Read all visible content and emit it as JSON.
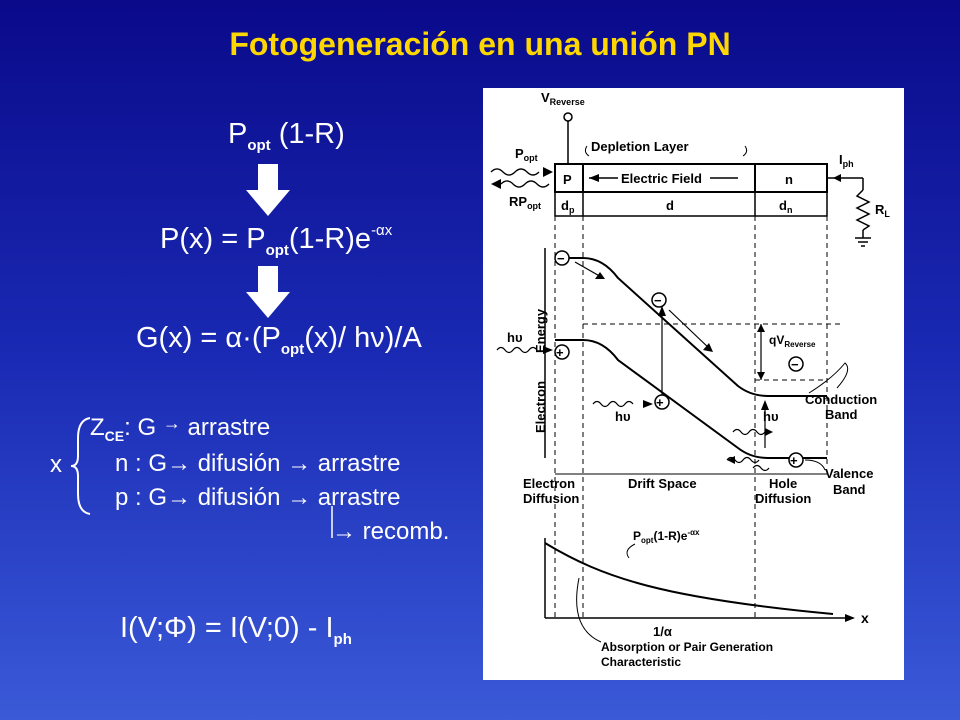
{
  "slide": {
    "title": "Fotogeneración en una unión PN",
    "colors": {
      "title": "#ffd700",
      "background": "#1a2ab4",
      "text": "#ffffff"
    }
  },
  "equations": {
    "p_opt": {
      "base": "P",
      "sub": "opt",
      "tail": " (1-R)"
    },
    "p_x": {
      "lhs": "P(x) = P",
      "sub": "opt",
      "mid": "(1-R)e",
      "sup": "-αx"
    },
    "g_x": {
      "lhs": "G(x) = α·(P",
      "sub": "opt",
      "tail": "(x)/ hν)/A"
    },
    "current": {
      "lhs": "I(V;Φ) = I(V;0) - I",
      "sub": "ph"
    }
  },
  "regions": {
    "x_label": "x",
    "z_ce": {
      "base": "Z",
      "sub": "CE",
      "text": ": G",
      "arrow": "→",
      "target": "arrastre"
    },
    "n_row": {
      "label": "n : G",
      "arrow1": "→",
      "step1": "difusión",
      "arrow2": "→",
      "step2": "arrastre"
    },
    "p_row": {
      "label": "p : G",
      "arrow1": "→",
      "step1": "difusión",
      "arrow2": "→",
      "step2": "arrastre"
    },
    "recomb": {
      "arrow": "→",
      "text": "recomb."
    }
  },
  "figure": {
    "v_reverse": "V",
    "v_reverse_sub": "Reverse",
    "depletion_layer": "Depletion Layer",
    "p_label": "P",
    "n_label": "n",
    "electric_field": "Electric Field",
    "p_opt": "P",
    "p_opt_sub": "opt",
    "rp_opt": "RP",
    "rp_opt_sub": "opt",
    "i_ph": "I",
    "i_ph_sub": "ph",
    "r_l": "R",
    "r_l_sub": "L",
    "d_p": "d",
    "d_p_sub": "p",
    "d": "d",
    "d_n": "d",
    "d_n_sub": "n",
    "energy_axis_1": "Energy",
    "energy_axis_2": "Electron",
    "h_nu": "hυ",
    "qv": "qV",
    "qv_sub": "Reverse",
    "conduction_band_1": "Conduction",
    "conduction_band_2": "Band",
    "valence_band_1": "Valence",
    "valence_band_2": "Band",
    "electron_diffusion_1": "Electron",
    "electron_diffusion_2": "Diffusion",
    "drift_space": "Drift Space",
    "hole_diffusion_1": "Hole",
    "hole_diffusion_2": "Diffusion",
    "curve_label": "P",
    "curve_label_sub": "opt",
    "curve_label_tail": "(1-R)e",
    "curve_label_sup": "-αx",
    "x_axis": "x",
    "one_over_alpha": "1/α",
    "absorption_1": "Absorption or Pair Generation",
    "absorption_2": "Characteristic",
    "minus": "−",
    "plus": "+"
  }
}
